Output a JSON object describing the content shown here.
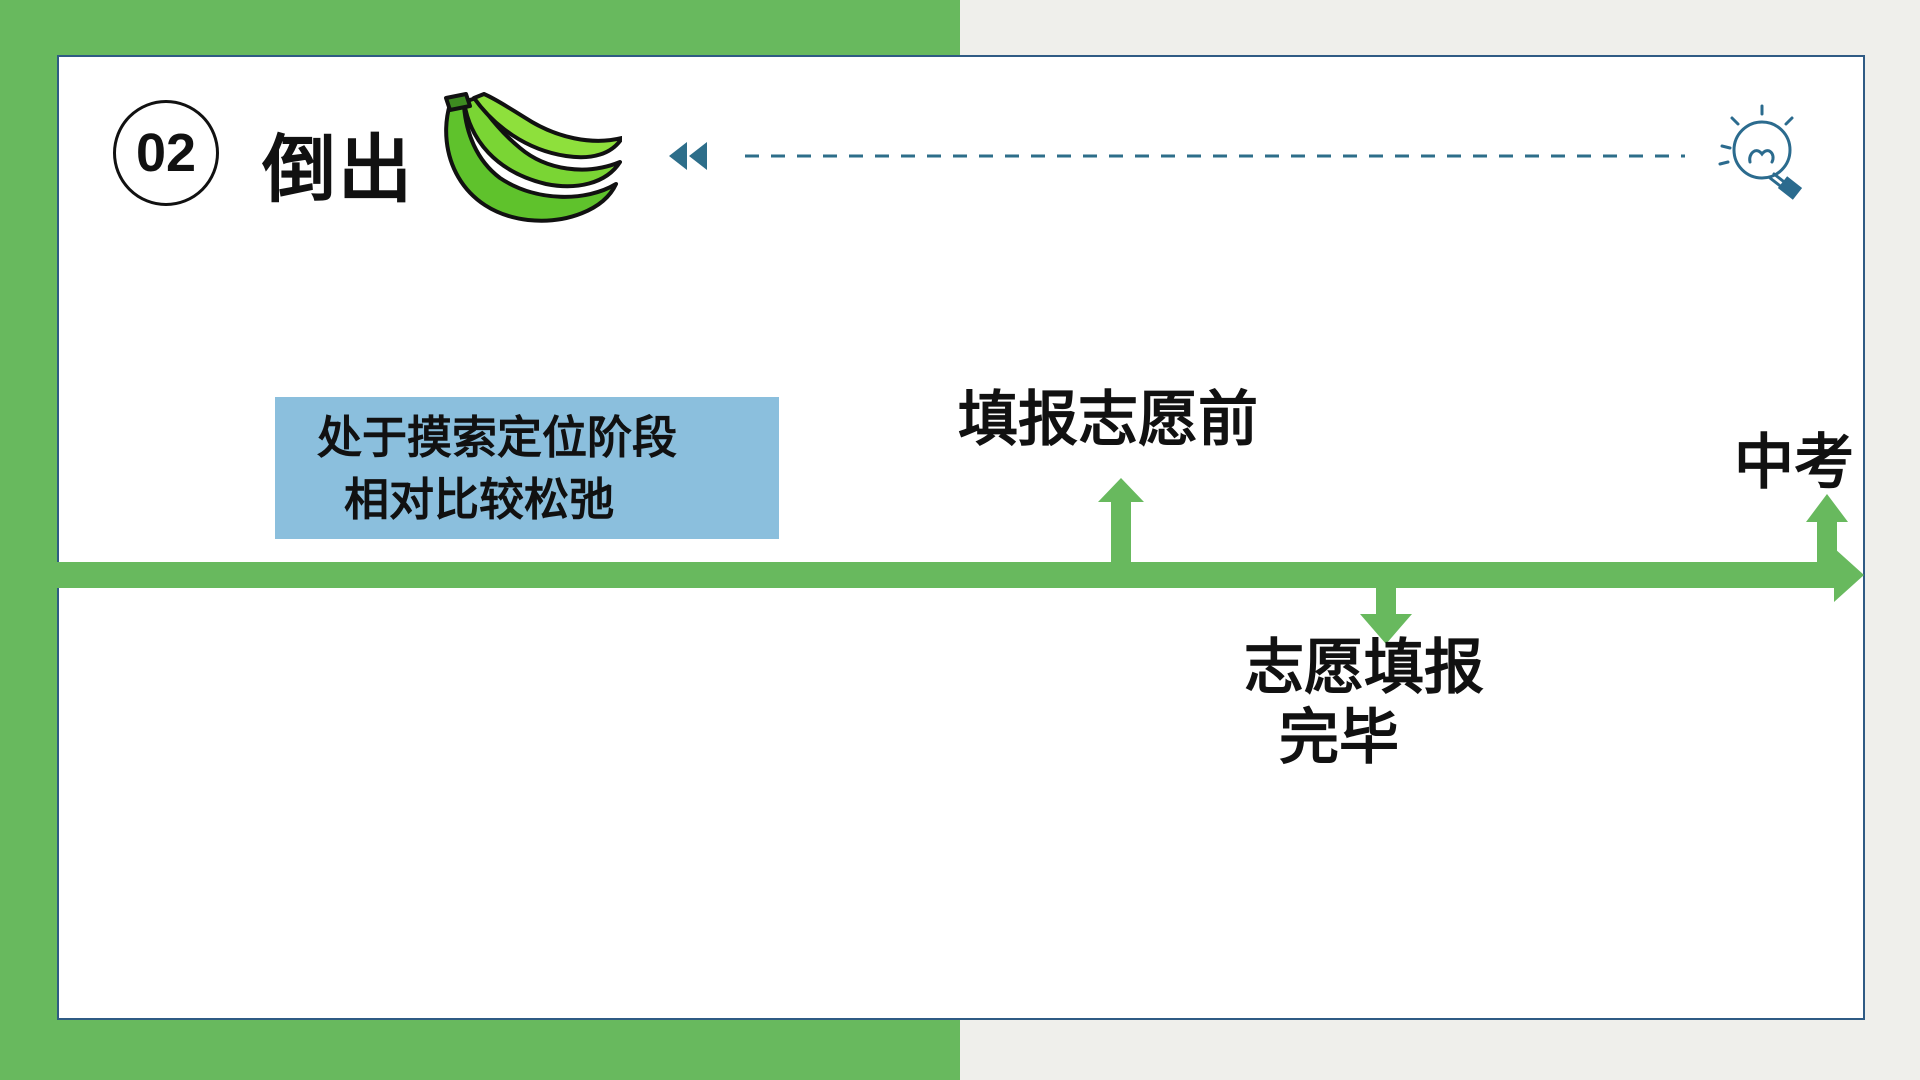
{
  "header": {
    "number": "02",
    "title": "倒出"
  },
  "note_box": {
    "line1": "处于摸索定位阶段",
    "line2": "相对比较松弛"
  },
  "timeline": {
    "before_filling": "填报志愿前",
    "filling_done_line1": "志愿填报",
    "filling_done_line2": "完毕",
    "exam": "中考"
  },
  "colors": {
    "green": "#68b95e",
    "note_blue": "#8bbfdd",
    "frame_blue": "#2f5b84",
    "background": "#efefeb"
  },
  "icons": [
    "banana-icon",
    "rewind-icon",
    "lightbulb-icon"
  ]
}
